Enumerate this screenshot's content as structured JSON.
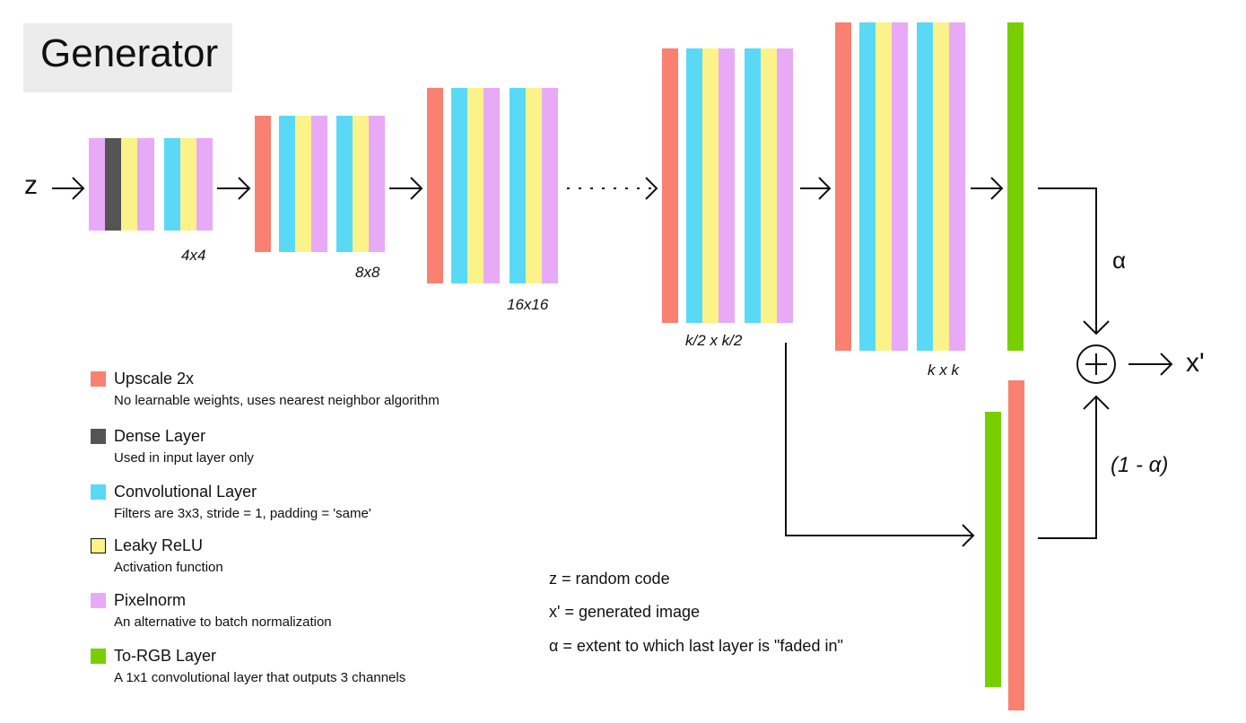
{
  "title": "Generator",
  "input_label": "z",
  "output_label": "x'",
  "alpha_label": "α",
  "one_minus_alpha_label": "(1 - α)",
  "stage_labels": {
    "s4": "4x4",
    "s8": "8x8",
    "s16": "16x16",
    "shalf": "k/2 x k/2",
    "sk": "k x k"
  },
  "dots": "···",
  "colors": {
    "upscale": "#fa8072",
    "dense": "#545454",
    "conv": "#5ad9f6",
    "leaky_relu": "#fbf389",
    "pixelnorm": "#e8aaf6",
    "to_rgb": "#77cf00"
  },
  "legend": [
    {
      "key": "upscale",
      "title": "Upscale 2x",
      "desc": "No learnable weights, uses nearest neighbor algorithm"
    },
    {
      "key": "dense",
      "title": "Dense Layer",
      "desc": "Used in input layer only"
    },
    {
      "key": "conv",
      "title": "Convolutional Layer",
      "desc": "Filters are 3x3, stride = 1,  padding = 'same'"
    },
    {
      "key": "leaky_relu",
      "title": "Leaky ReLU",
      "desc": "Activation function"
    },
    {
      "key": "pixelnorm",
      "title": "Pixelnorm",
      "desc": "An alternative to batch normalization"
    },
    {
      "key": "to_rgb",
      "title": "To-RGB Layer",
      "desc": "A 1x1 convolutional layer that outputs 3 channels"
    }
  ],
  "definitions": [
    "z = random code",
    "x' = generated image",
    "α = extent to which last layer is \"faded in\""
  ]
}
